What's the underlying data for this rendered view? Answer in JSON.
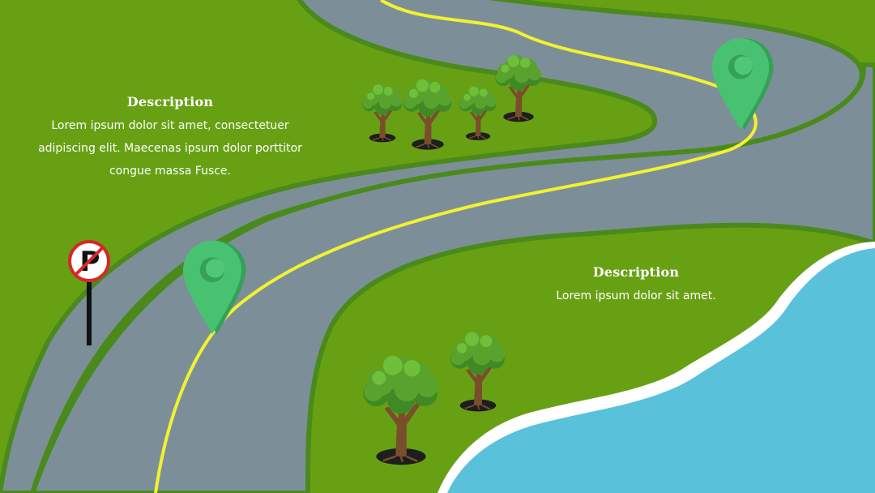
{
  "descriptions": [
    {
      "title": "Description",
      "body": "Lorem ipsum dolor sit amet, consectetuer adipiscing elit. Maecenas ipsum dolor porttitor congue massa Fusce."
    },
    {
      "title": "Description",
      "body": "Lorem ipsum dolor sit amet."
    }
  ],
  "sign": {
    "letter": "P"
  },
  "colors": {
    "grass": "#68a014",
    "grass_edge": "#4a8a1c",
    "road": "#7c8f98",
    "center_line": "#f2f230",
    "water": "#5ac1db",
    "pin": "#48c270",
    "pin_shadow": "#34a058",
    "leaf": "#5aa22e",
    "trunk": "#7a4e2c"
  }
}
